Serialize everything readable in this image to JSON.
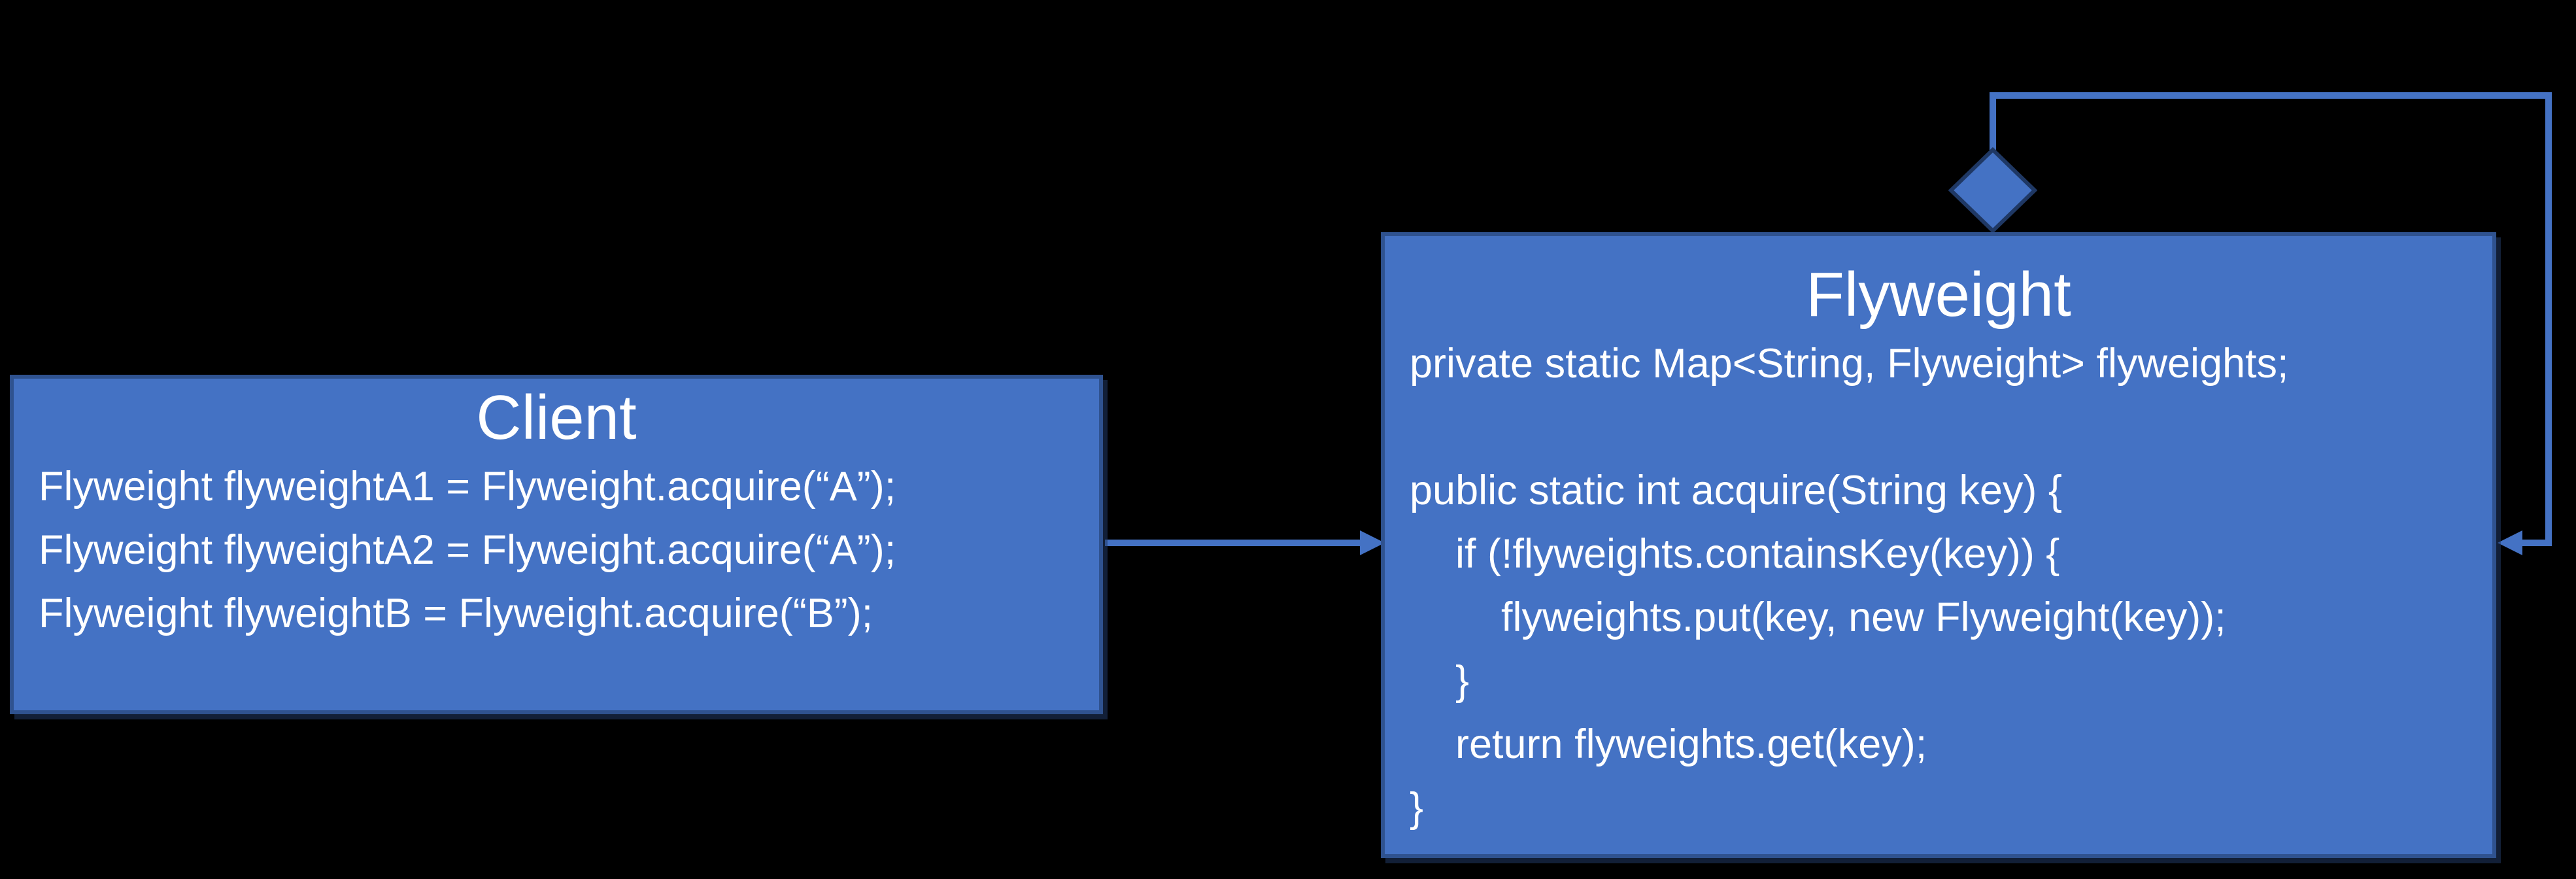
{
  "colors": {
    "background": "#000000",
    "box_fill": "#4472C4",
    "box_border": "#2F528F",
    "diamond_border": "#1F3864",
    "connector": "#4472C4",
    "text": "#FFFFFF"
  },
  "client_box": {
    "title": "Client",
    "code_lines": [
      "Flyweight flyweightA1 = Flyweight.acquire(“A”);",
      "Flyweight flyweightA2 = Flyweight.acquire(“A”);",
      "Flyweight flyweightB = Flyweight.acquire(“B”);"
    ]
  },
  "flyweight_box": {
    "title": "Flyweight",
    "code_lines": [
      "private static Map<String, Flyweight> flyweights;",
      "",
      "public static int acquire(String key) {",
      "    if (!flyweights.containsKey(key)) {",
      "        flyweights.put(key, new Flyweight(key));",
      "    }",
      "    return flyweights.get(key);",
      "}"
    ]
  }
}
